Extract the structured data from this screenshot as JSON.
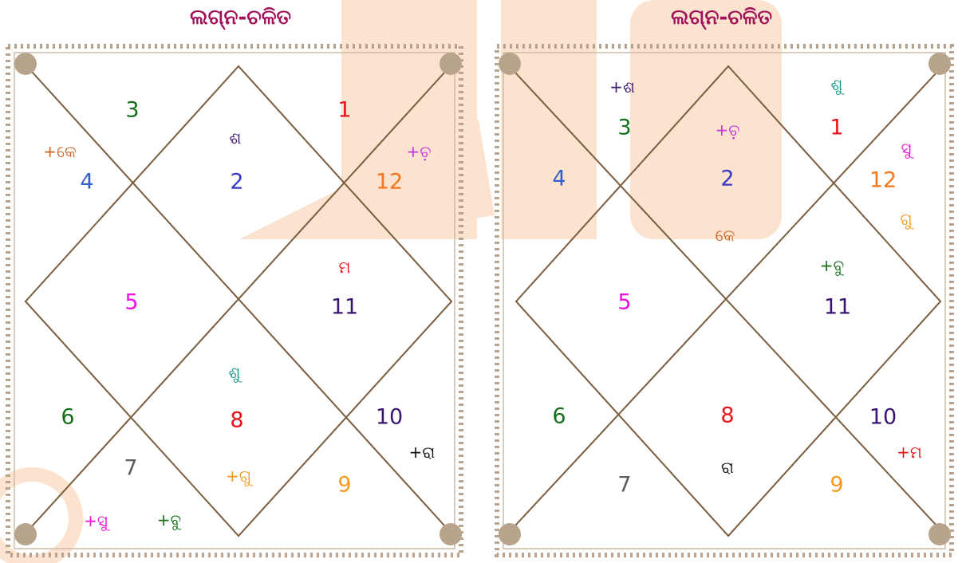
{
  "charts": [
    {
      "title": "ଲଗ୍ନ-ଚଳିତ",
      "houses": [
        {
          "label": "3",
          "color": "#16701b"
        },
        {
          "label": "4",
          "color": "#3460c8"
        },
        {
          "label": "2",
          "color": "#3a3ac8"
        },
        {
          "label": "1",
          "color": "#e8141c"
        },
        {
          "label": "12",
          "color": "#f3761e"
        },
        {
          "label": "5",
          "color": "#ee10e0"
        },
        {
          "label": "11",
          "color": "#3a1470"
        },
        {
          "label": "6",
          "color": "#16701b"
        },
        {
          "label": "8",
          "color": "#e8141c"
        },
        {
          "label": "10",
          "color": "#3a1470"
        },
        {
          "label": "7",
          "color": "#5c5c5c"
        },
        {
          "label": "9",
          "color": "#f79a1c"
        }
      ],
      "planets": [
        {
          "label": "+କେ",
          "color": "#c8692a"
        },
        {
          "label": "ଶ",
          "color": "#3a1470"
        },
        {
          "label": "+ଚ଼",
          "color": "#c832e0"
        },
        {
          "label": "ମ",
          "color": "#e8141c"
        },
        {
          "label": "ଶୁ",
          "color": "#1a9a8a"
        },
        {
          "label": "+ରା",
          "color": "#111111"
        },
        {
          "label": "+ଗୁ",
          "color": "#f79a1c"
        },
        {
          "label": "+ସୁ",
          "color": "#ee10e0"
        },
        {
          "label": "+ବୁ",
          "color": "#16701b"
        }
      ]
    },
    {
      "title": "ଲଗ୍ନ-ଚଳିତ",
      "houses": [
        {
          "label": "3",
          "color": "#16701b"
        },
        {
          "label": "4",
          "color": "#3460c8"
        },
        {
          "label": "2",
          "color": "#3a3ac8"
        },
        {
          "label": "1",
          "color": "#e8141c"
        },
        {
          "label": "12",
          "color": "#f3761e"
        },
        {
          "label": "5",
          "color": "#ee10e0"
        },
        {
          "label": "11",
          "color": "#3a1470"
        },
        {
          "label": "6",
          "color": "#16701b"
        },
        {
          "label": "8",
          "color": "#e8141c"
        },
        {
          "label": "10",
          "color": "#3a1470"
        },
        {
          "label": "7",
          "color": "#5c5c5c"
        },
        {
          "label": "9",
          "color": "#f79a1c"
        }
      ],
      "planets": [
        {
          "label": "+ଶ",
          "color": "#3a1470"
        },
        {
          "label": "ଶୁ",
          "color": "#1a9a8a"
        },
        {
          "label": "+ଚ଼",
          "color": "#c832e0"
        },
        {
          "label": "ସୁ",
          "color": "#ee10e0"
        },
        {
          "label": "ଗୁ",
          "color": "#f79a1c"
        },
        {
          "label": "କେ",
          "color": "#c8692a"
        },
        {
          "label": "+ବୁ",
          "color": "#16701b"
        },
        {
          "label": "ରା",
          "color": "#111111"
        },
        {
          "label": "+ମ",
          "color": "#e8141c"
        }
      ]
    }
  ],
  "colors": {
    "frame": "#7a5c3e",
    "border_ornament": "#b8a48c",
    "watermark": "#fbe3cf"
  }
}
